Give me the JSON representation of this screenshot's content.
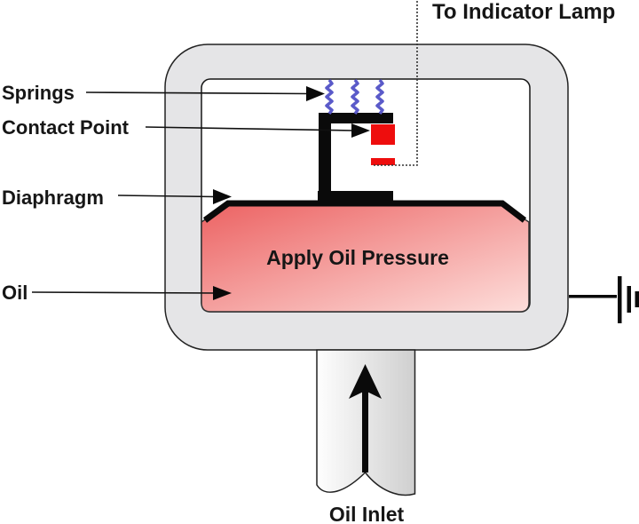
{
  "diagram": {
    "kind": "oil-pressure-switch-cutaway",
    "labels": {
      "to_indicator_lamp": "To Indicator Lamp",
      "springs": "Springs",
      "contact_point": "Contact Point",
      "diaphragm": "Diaphragm",
      "oil": "Oil",
      "apply_oil_pressure": "Apply Oil Pressure",
      "oil_inlet": "Oil Inlet"
    },
    "colors": {
      "body_gray": "#e5e5e7",
      "chamber_white": "#ffffff",
      "oil_dark": "#ec6363",
      "oil_light": "#fddedb",
      "spring_blue": "#5a5ac9",
      "contact_red": "#ee0d0d",
      "structure_black": "#0a0a0a",
      "tube_light": "#fefefe",
      "tube_shade": "#cfcfcf",
      "wire_dotted": "#333333"
    }
  }
}
